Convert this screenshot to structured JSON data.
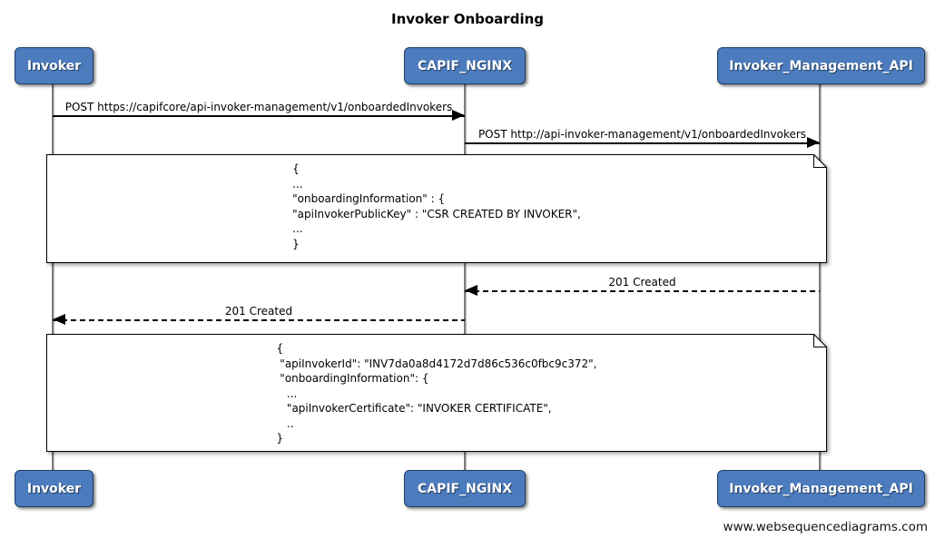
{
  "title": "Invoker Onboarding",
  "footer": "www.websequencediagrams.com",
  "colors": {
    "actor_fill": "#4c7cbe",
    "actor_border": "#1f3e66",
    "actor_text": "#ffffff",
    "lifeline": "#7d7d7d",
    "message_line": "#000000",
    "note_fill": "#ffffff"
  },
  "actors": [
    {
      "id": "invoker",
      "label": "Invoker"
    },
    {
      "id": "capif-nginx",
      "label": "CAPIF_NGINX"
    },
    {
      "id": "invoker-management-api",
      "label": "Invoker_Management_API"
    }
  ],
  "messages": [
    {
      "from": "Invoker",
      "to": "CAPIF_NGINX",
      "style": "solid",
      "label": "POST https://capifcore/api-invoker-management/v1/onboardedInvokers"
    },
    {
      "from": "CAPIF_NGINX",
      "to": "Invoker_Management_API",
      "style": "solid",
      "label": "POST http://api-invoker-management/v1/onboardedInvokers"
    },
    {
      "from": "Invoker_Management_API",
      "to": "CAPIF_NGINX",
      "style": "dashed",
      "label": "201 Created"
    },
    {
      "from": "CAPIF_NGINX",
      "to": "Invoker",
      "style": "dashed",
      "label": "201 Created"
    }
  ],
  "notes": [
    {
      "text": "{\n...\n\"onboardingInformation\" : {\n\"apiInvokerPublicKey\" : \"CSR CREATED BY INVOKER\",\n...\n}"
    },
    {
      "text": "{\n \"apiInvokerId\": \"INV7da0a8d4172d7d86c536c0fbc9c372\",\n \"onboardingInformation\": {\n   ...\n   \"apiInvokerCertificate\": \"INVOKER CERTIFICATE\",\n   ..\n}"
    }
  ]
}
